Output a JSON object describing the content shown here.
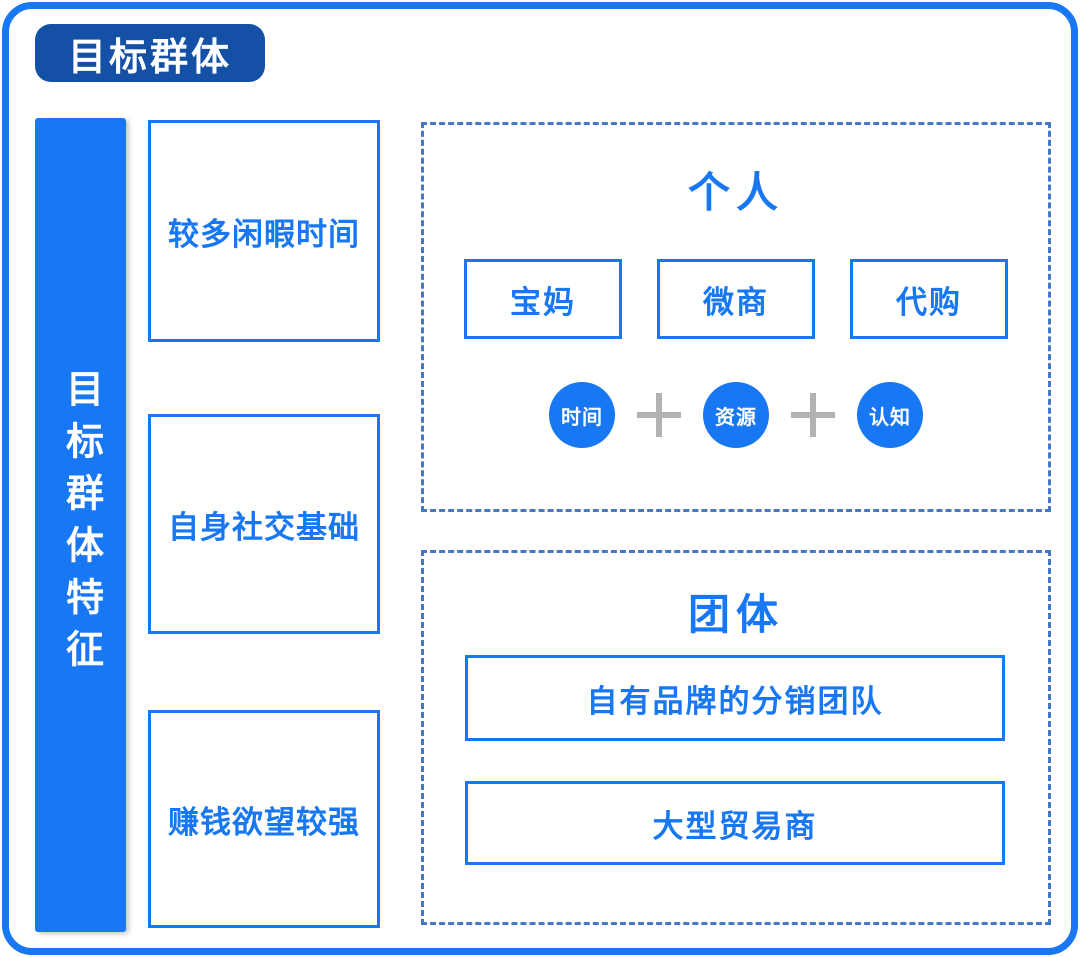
{
  "page": {
    "title": "目标群体"
  },
  "colors": {
    "primary_blue": "#1877F2",
    "badge_dark_blue": "#1450A5",
    "dashed_border_blue": "#4678C8",
    "plus_gray": "#B2B2B2",
    "background": "#FFFFFF"
  },
  "sidebar": {
    "label": "目标群体特征"
  },
  "characteristics": [
    {
      "label": "较多闲暇时间"
    },
    {
      "label": "自身社交基础"
    },
    {
      "label": "赚钱欲望较强"
    }
  ],
  "individual_panel": {
    "title": "个人",
    "types": [
      {
        "label": "宝妈"
      },
      {
        "label": "微商"
      },
      {
        "label": "代购"
      }
    ],
    "resources": [
      {
        "label": "时间"
      },
      {
        "label": "资源"
      },
      {
        "label": "认知"
      }
    ],
    "separator_icon": "plus-icon"
  },
  "team_panel": {
    "title": "团体",
    "members": [
      {
        "label": "自有品牌的分销团队"
      },
      {
        "label": "大型贸易商"
      }
    ]
  }
}
